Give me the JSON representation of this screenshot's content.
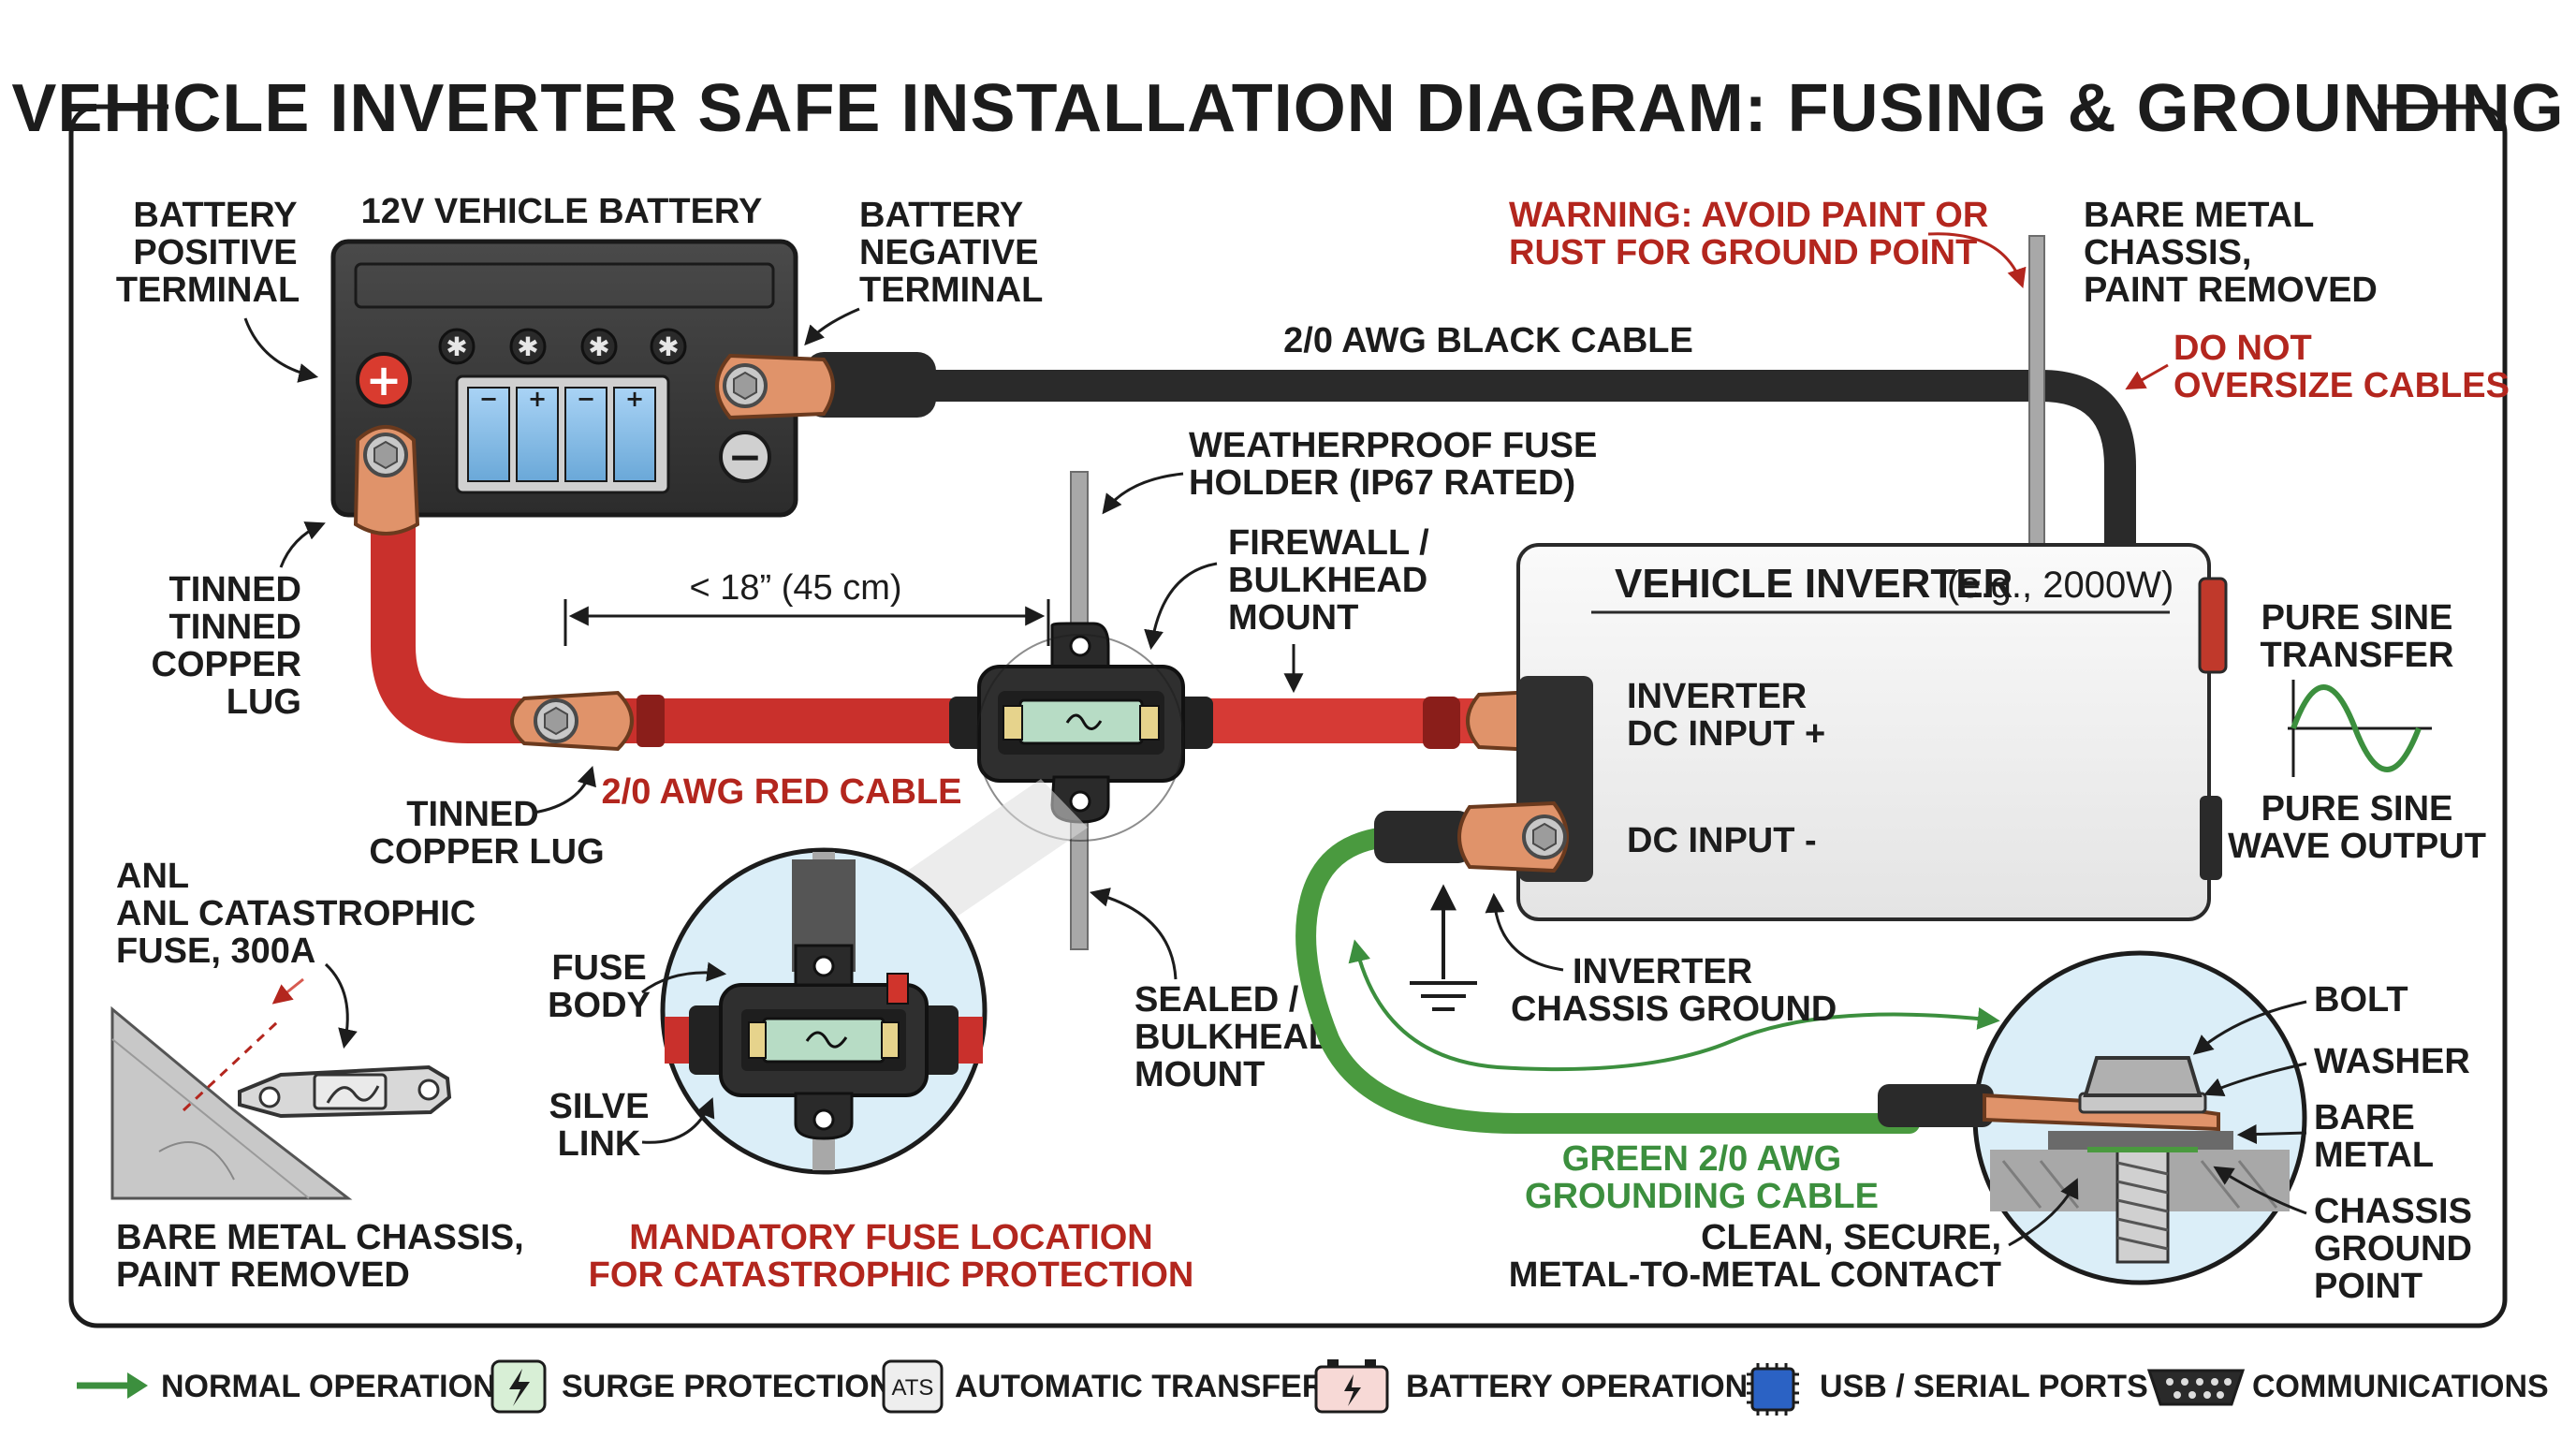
{
  "title": "VEHICLE INVERTER SAFE INSTALLATION DIAGRAM: FUSING & GROUNDING",
  "battery": {
    "title": "12V VEHICLE BATTERY",
    "positive_terminal": [
      "BATTERY",
      "POSITIVE",
      "TERMINAL"
    ],
    "negative_terminal": [
      "BATTERY",
      "NEGATIVE",
      "TERMINAL"
    ],
    "plus_symbol": "+",
    "minus_symbol": "−"
  },
  "cables": {
    "black": "2/0 AWG BLACK CABLE",
    "red": "2/0 AWG RED CABLE",
    "green": [
      "GREEN 2/0 AWG",
      "GROUNDING CABLE"
    ]
  },
  "lugs": {
    "tinned_copper_lug_1": [
      "TINNED",
      "TINNED",
      "COPPER",
      "LUG"
    ],
    "tinned_copper_lug_2": [
      "TINNED",
      "COPPER LUG"
    ]
  },
  "distance": "< 18” (45 cm)",
  "fuse_holder": [
    "WEATHERPROOF FUSE",
    "HOLDER (IP67 RATED)"
  ],
  "firewall_mount": [
    "FIREWALL /",
    "BULKHEAD",
    "MOUNT"
  ],
  "sealed_mount": [
    "SEALED /",
    "BULKHEAD",
    "MOUNT"
  ],
  "warning": [
    "WARNING: AVOID PAINT OR",
    "RUST FOR GROUND POINT"
  ],
  "bare_metal_chassis_top": [
    "BARE METAL",
    "CHASSIS,",
    "PAINT REMOVED"
  ],
  "do_not_oversize": [
    "DO NOT",
    "OVERSIZE CABLES"
  ],
  "inverter": {
    "title": "VEHICLE INVERTER",
    "subtitle": "(e.g., 2000W)",
    "dc_input_pos": [
      "INVERTER",
      "DC INPUT +"
    ],
    "dc_input_neg": "DC INPUT -",
    "pure_sine_transfer": [
      "PURE SINE",
      "TRANSFER"
    ],
    "pure_sine_output": [
      "PURE SINE",
      "WAVE OUTPUT"
    ],
    "chassis_ground": [
      "INVERTER",
      "CHASSIS GROUND"
    ]
  },
  "anl_fuse": {
    "label": [
      "ANL",
      "ANL CATASTROPHIC",
      "FUSE, 300A"
    ],
    "chassis": [
      "BARE METAL CHASSIS,",
      "PAINT REMOVED"
    ]
  },
  "fuse_detail": {
    "fuse_body": [
      "FUSE",
      "BODY"
    ],
    "silver_link": [
      "SILVE",
      "LINK"
    ],
    "caption": [
      "MANDATORY FUSE LOCATION",
      "FOR CATASTROPHIC PROTECTION"
    ]
  },
  "ground_detail": {
    "bolt": "BOLT",
    "washer": "WASHER",
    "bare_metal": [
      "BARE",
      "METAL"
    ],
    "chassis_ground_point": [
      "CHASSIS",
      "GROUND",
      "POINT"
    ],
    "contact": [
      "CLEAN, SECURE,",
      "METAL-TO-METAL CONTACT"
    ]
  },
  "legend": [
    {
      "icon": "green-arrow-icon",
      "label": "NORMAL OPERATION"
    },
    {
      "icon": "lightning-icon",
      "label": "SURGE PROTECTION"
    },
    {
      "icon": "ats-icon",
      "label": "AUTOMATIC TRANSFER",
      "icon_text": "ATS"
    },
    {
      "icon": "battery-icon",
      "label": "BATTERY OPERATION"
    },
    {
      "icon": "chip-icon",
      "label": "USB / SERIAL PORTS"
    },
    {
      "icon": "serial-port-icon",
      "label": "COMMUNICATIONS"
    }
  ],
  "colors": {
    "red_cable": "#c9302c",
    "black_cable": "#2a2a2a",
    "green_cable": "#4a9a3f",
    "copper": "#e0936a",
    "warning_red": "#b3261e",
    "battery_body": "#3b3b3b",
    "inverter_body": "#f2f2f2"
  }
}
